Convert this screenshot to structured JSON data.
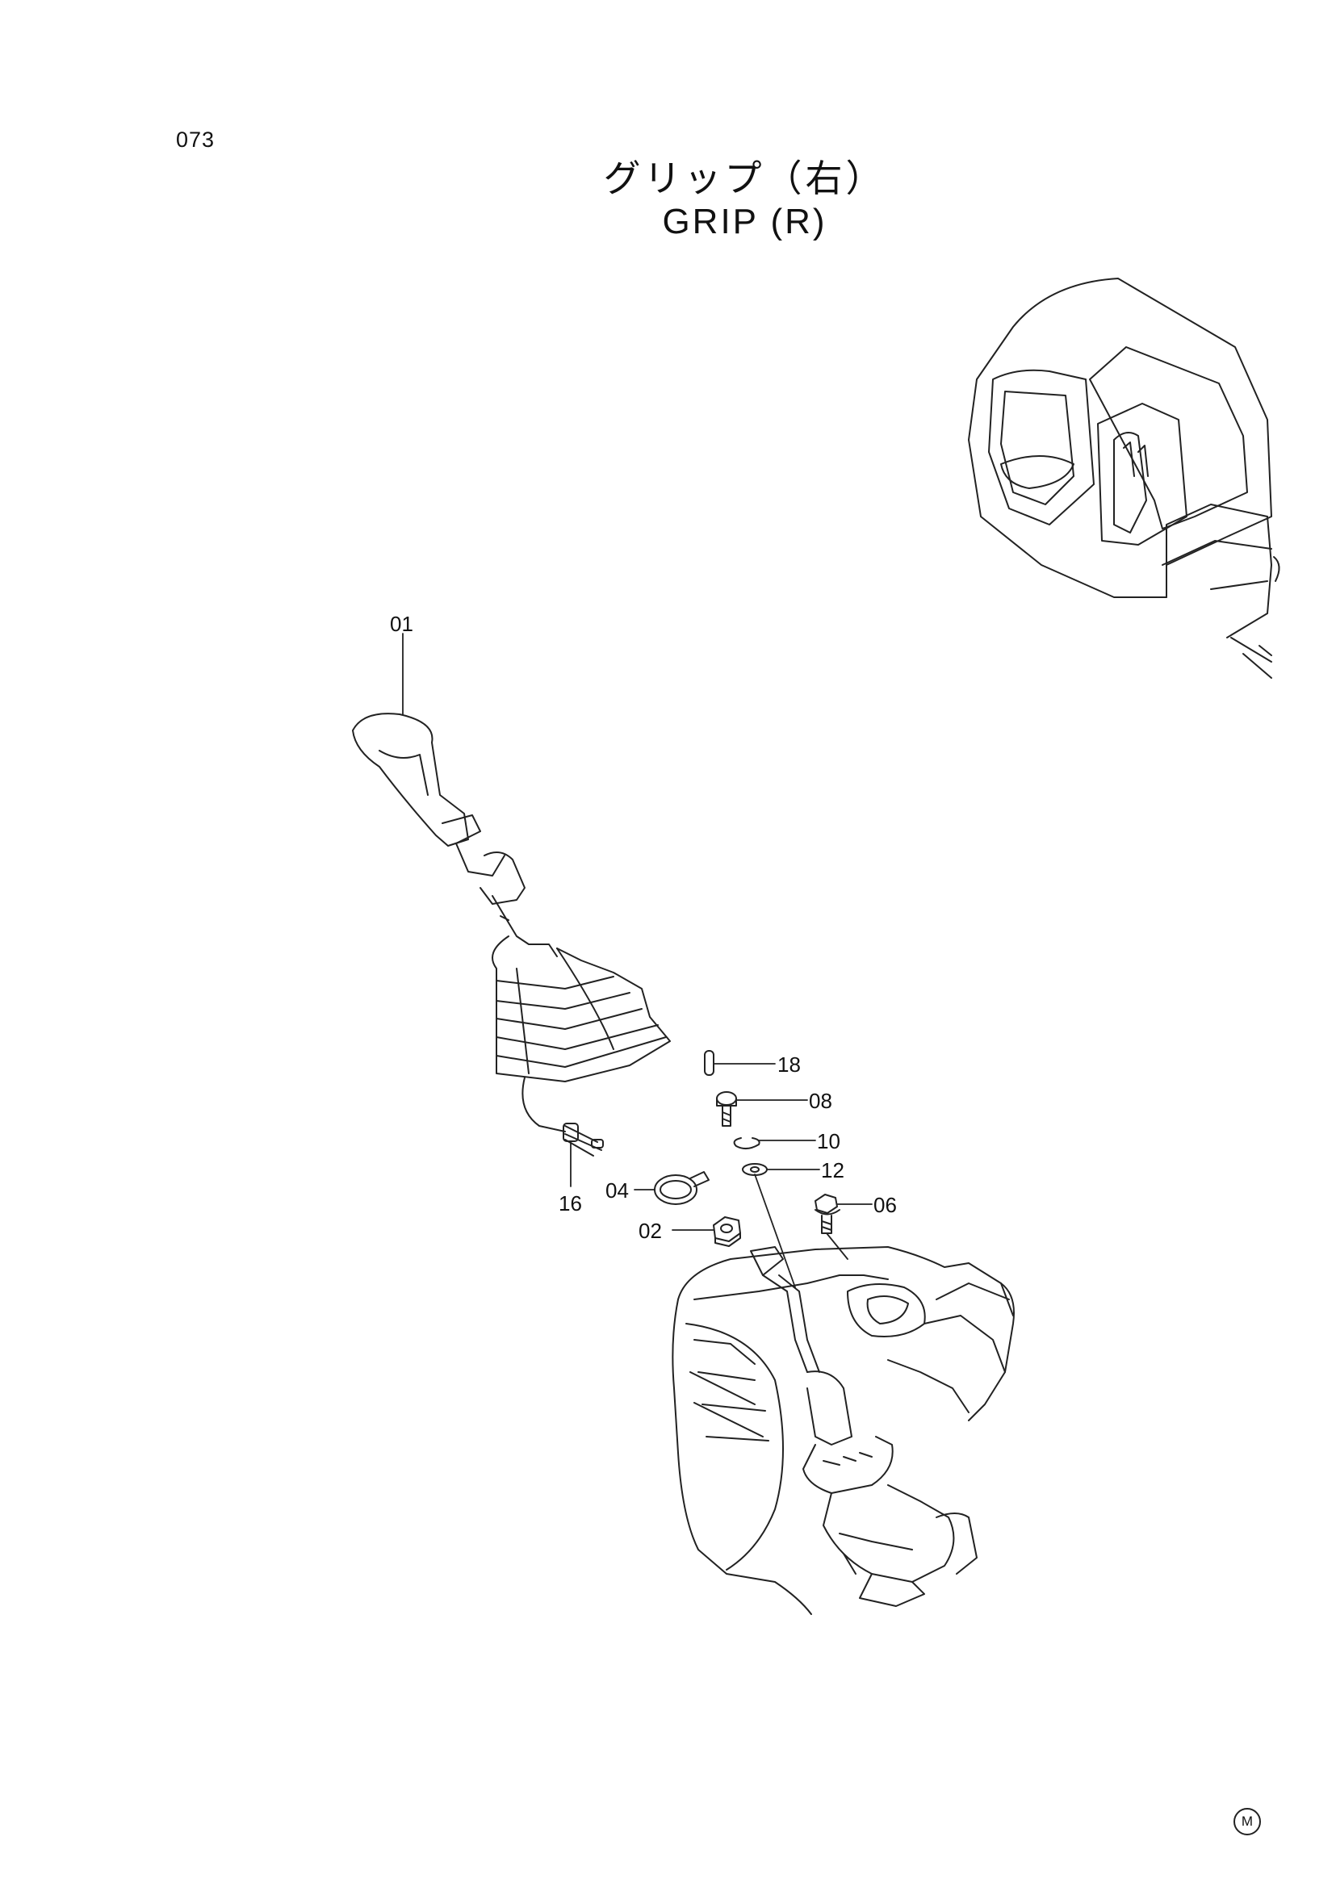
{
  "page": {
    "number": "073",
    "title_jp": "グリップ（右）",
    "title_en": "GRIP (R)",
    "corner_mark": "M"
  },
  "parts": [
    {
      "ref": "01"
    },
    {
      "ref": "02"
    },
    {
      "ref": "04"
    },
    {
      "ref": "06"
    },
    {
      "ref": "08"
    },
    {
      "ref": "10"
    },
    {
      "ref": "12"
    },
    {
      "ref": "16"
    },
    {
      "ref": "18"
    }
  ],
  "colors": {
    "ink": "#111111",
    "paper": "#ffffff"
  }
}
